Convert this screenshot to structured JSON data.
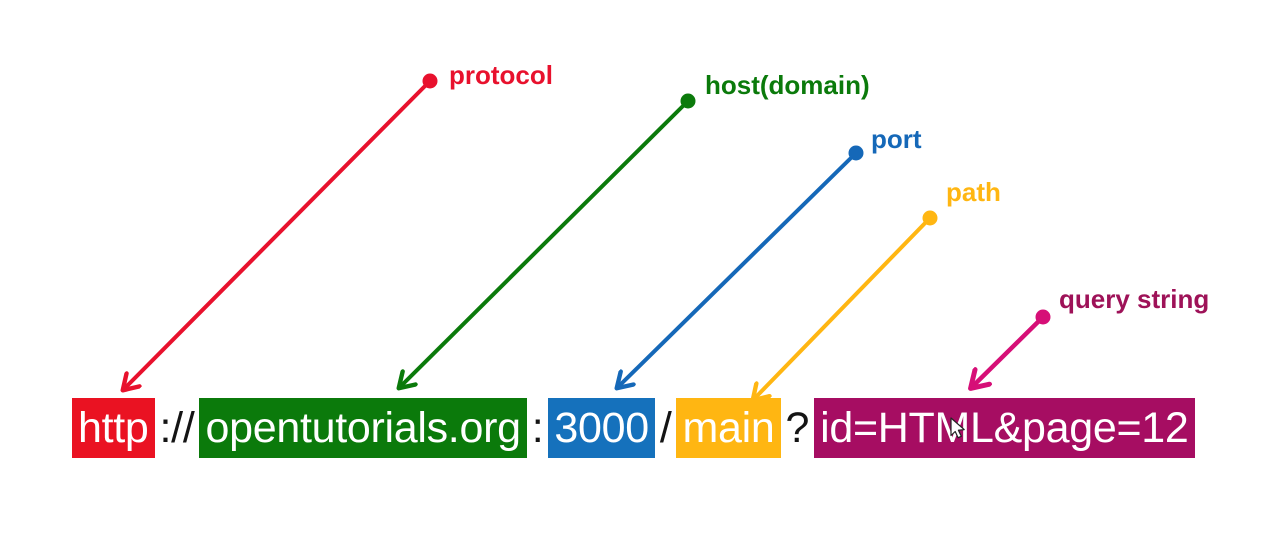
{
  "labels": [
    {
      "id": "protocol",
      "text": "protocol",
      "color": "#e8112d"
    },
    {
      "id": "host",
      "text": "host(domain)",
      "color": "#0b7a0b"
    },
    {
      "id": "port",
      "text": "port",
      "color": "#1568b8"
    },
    {
      "id": "path",
      "text": "path",
      "color": "#ffb612"
    },
    {
      "id": "query-string",
      "text": "query string",
      "color": "#9e1258"
    }
  ],
  "url": {
    "full": "http://opentutorials.org:3000/main?id=HTML&page=12",
    "segments": [
      {
        "id": "protocol",
        "text": "http",
        "bg": "#ea1222",
        "fg": "#ffffff"
      },
      {
        "id": "scheme-separator",
        "text": "://",
        "bg": "",
        "fg": "#141414"
      },
      {
        "id": "host",
        "text": "opentutorials.org",
        "bg": "#0b7a0b",
        "fg": "#ffffff"
      },
      {
        "id": "port-separator",
        "text": ":",
        "bg": "",
        "fg": "#141414"
      },
      {
        "id": "port",
        "text": "3000",
        "bg": "#1571bc",
        "fg": "#ffffff"
      },
      {
        "id": "path-separator",
        "text": "/",
        "bg": "",
        "fg": "#141414"
      },
      {
        "id": "path",
        "text": "main",
        "bg": "#ffb612",
        "fg": "#ffffff"
      },
      {
        "id": "query-separator",
        "text": "?",
        "bg": "",
        "fg": "#141414"
      },
      {
        "id": "query-string",
        "text": "id=HTML&page=12",
        "bg": "#a60d62",
        "fg": "#ffffff"
      }
    ]
  },
  "arrow_colors": {
    "protocol": "#e8112d",
    "host": "#0b7a0b",
    "port": "#1568b8",
    "path": "#ffb612",
    "query-string": "#d60f77"
  }
}
